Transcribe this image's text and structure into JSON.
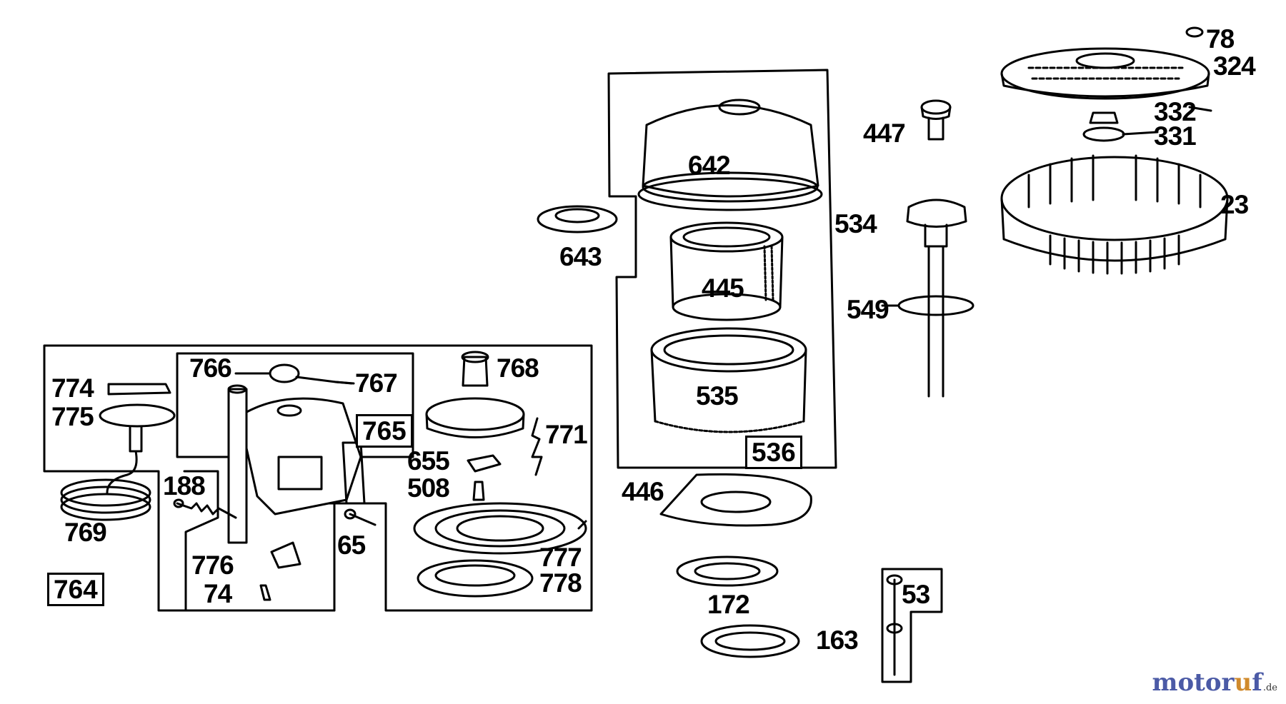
{
  "labels": {
    "p78": "78",
    "p324": "324",
    "p332": "332",
    "p331": "331",
    "p23": "23",
    "p447": "447",
    "p534": "534",
    "p549": "549",
    "p642": "642",
    "p643": "643",
    "p445": "445",
    "p535": "535",
    "p536": "536",
    "p446": "446",
    "p172": "172",
    "p163": "163",
    "p53": "53",
    "p766": "766",
    "p767": "767",
    "p765": "765",
    "p774": "774",
    "p775": "775",
    "p769": "769",
    "p188": "188",
    "p776": "776",
    "p74": "74",
    "p65": "65",
    "p764": "764",
    "p768": "768",
    "p771": "771",
    "p655": "655",
    "p508": "508",
    "p777": "777",
    "p778": "778"
  },
  "watermark": {
    "text_main": "motor",
    "text_accent": "u",
    "text_end": "f",
    "tld": ".de"
  },
  "colors": {
    "ink": "#000000",
    "paper": "#ffffff",
    "watermark_blue": "#4b5aa6",
    "watermark_orange": "#d08a2c"
  }
}
